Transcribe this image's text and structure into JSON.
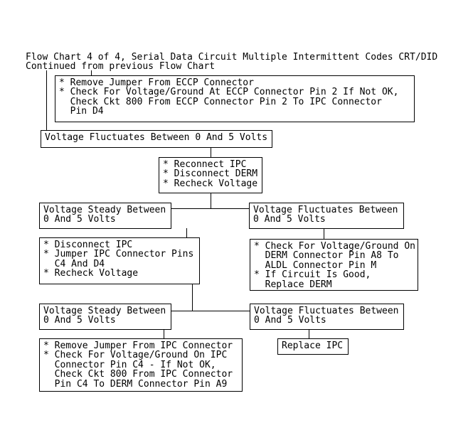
{
  "flowchart": {
    "title_line1": "Flow Chart 4 of 4, Serial Data Circuit Multiple Intermittent Codes CRT/DID",
    "title_line2": "Continued from previous Flow Chart",
    "colors": {
      "background": "#ffffff",
      "line": "#000000",
      "text": "#000000"
    },
    "boxes": [
      {
        "id": "eccp-jumper-check",
        "text": "* Remove Jumper From ECCP Connector\n* Check For Voltage/Ground At ECCP Connector Pin 2 If Not OK,\n  Check Ckt 800 From ECCP Connector Pin 2 To IPC Connector\n  Pin D4"
      },
      {
        "id": "voltage-fluctuates-1",
        "text": "Voltage Fluctuates Between 0 And 5 Volts"
      },
      {
        "id": "reconnect-ipc-steps",
        "text": "* Reconnect IPC\n* Disconnect DERM\n* Recheck Voltage"
      },
      {
        "id": "voltage-steady-1",
        "text": "Voltage Steady Between\n0 And 5 Volts"
      },
      {
        "id": "voltage-fluctuates-2",
        "text": "Voltage Fluctuates Between\n0 And 5 Volts"
      },
      {
        "id": "disconnect-ipc-jumper-steps",
        "text": "* Disconnect IPC\n* Jumper IPC Connector Pins\n  C4 And D4\n* Recheck Voltage"
      },
      {
        "id": "check-derm-aldl",
        "text": "* Check For Voltage/Ground On\n  DERM Connector Pin A8 To\n  ALDL Connector Pin M\n* If Circuit Is Good,\n  Replace DERM"
      },
      {
        "id": "voltage-steady-2",
        "text": "Voltage Steady Between\n0 And 5 Volts"
      },
      {
        "id": "voltage-fluctuates-3",
        "text": "Voltage Fluctuates Between\n0 And 5 Volts"
      },
      {
        "id": "ipc-jumper-check",
        "text": "* Remove Jumper From IPC Connector\n* Check For Voltage/Ground On IPC\n  Connector Pin C4 - If Not OK,\n  Check Ckt 800 From IPC Connector\n  Pin C4 To DERM Connector Pin A9"
      },
      {
        "id": "replace-ipc",
        "text": "Replace IPC"
      }
    ]
  }
}
